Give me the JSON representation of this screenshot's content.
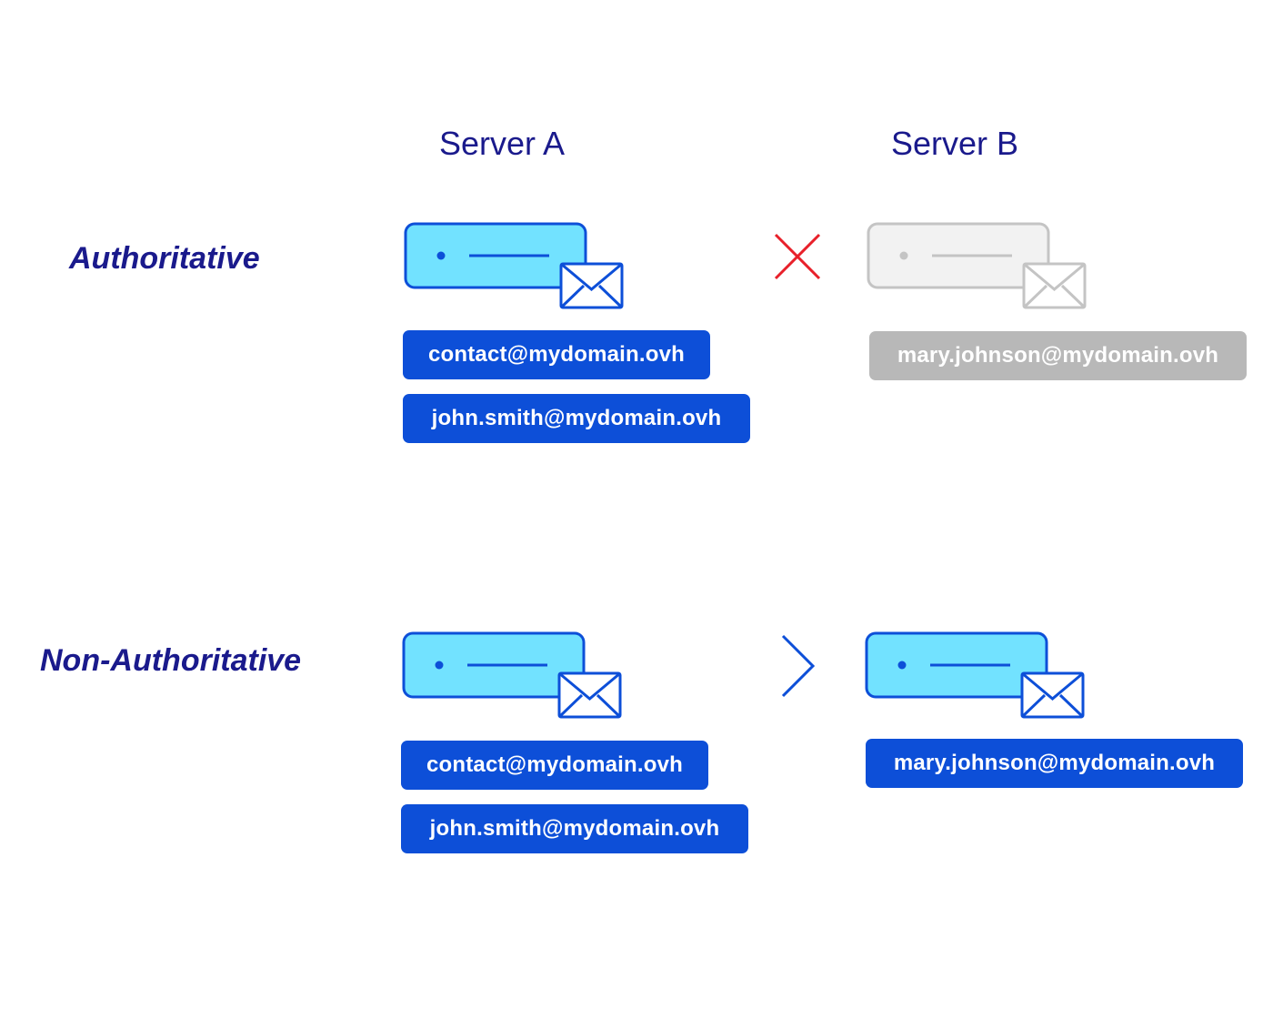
{
  "columns": {
    "server_a": "Server A",
    "server_b": "Server B"
  },
  "rows": {
    "authoritative": {
      "label": "Authoritative",
      "server_a_addresses": [
        "contact@mydomain.ovh",
        "john.smith@mydomain.ovh"
      ],
      "server_b_addresses": [
        "mary.johnson@mydomain.ovh"
      ],
      "server_b_state": "disabled",
      "relation_icon": "cross-icon"
    },
    "non_authoritative": {
      "label": "Non-Authoritative",
      "server_a_addresses": [
        "contact@mydomain.ovh",
        "john.smith@mydomain.ovh"
      ],
      "server_b_addresses": [
        "mary.johnson@mydomain.ovh"
      ],
      "server_b_state": "active",
      "relation_icon": "chevron-right-icon"
    }
  },
  "colors": {
    "heading": "#1a1a8c",
    "pill_active": "#0d4fd8",
    "pill_disabled": "#b8b8b8",
    "server_fill": "#72e2ff",
    "server_stroke": "#0d4fd8",
    "disabled_stroke": "#c4c4c4",
    "disabled_fill": "#f2f2f2",
    "cross": "#e8202a"
  }
}
